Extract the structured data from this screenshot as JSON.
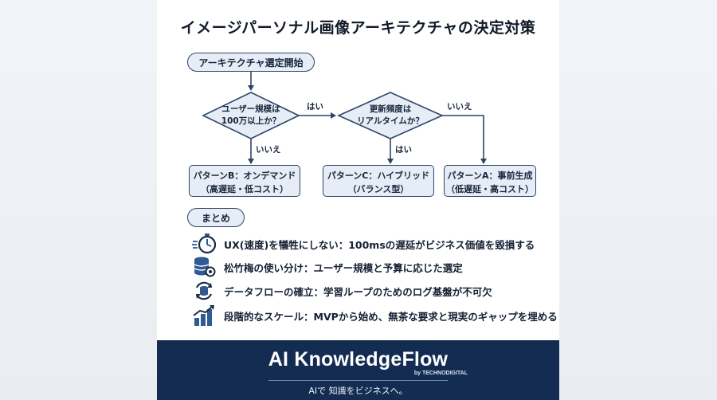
{
  "title": "イメージパーソナル画像アーキテクチャの決定対策",
  "flow": {
    "start": "アーキテクチャ選定開始",
    "decision1": [
      "ユーザー規模は",
      "100万以上か？"
    ],
    "decision2": [
      "更新頻度は",
      "リアルタイムか？"
    ],
    "label_d1_yes": "はい",
    "label_d1_no": "いいえ",
    "label_d2_yes": "はい",
    "label_d2_no": "いいえ",
    "patternB": [
      "パターンB：オンデマンド",
      "（高遅延・低コスト）"
    ],
    "patternC": [
      "パターンC：ハイブリッド",
      "（バランス型）"
    ],
    "patternA": [
      "パターンA：事前生成",
      "（低遅延・高コスト）"
    ]
  },
  "summary": {
    "heading": "まとめ",
    "items": [
      {
        "icon": "stopwatch-icon",
        "text": "UX(速度)を犠牲にしない：100msの遅延がビジネス価値を毀損する"
      },
      {
        "icon": "database-gear-icon",
        "text": "松竹梅の使い分け：ユーザー規模と予算に応じた選定"
      },
      {
        "icon": "data-cycle-icon",
        "text": "データフローの確立：学習ループのためのログ基盤が不可欠"
      },
      {
        "icon": "growth-chart-icon",
        "text": "段階的なスケール：MVPから始め、無茶な要求と現実のギャップを埋める"
      }
    ]
  },
  "footer": {
    "brand": "AI KnowledgeFlow",
    "by": "by TECHNODIGITAL",
    "tagline": "AIで 知識をビジネスへ。"
  },
  "colors": {
    "navy": "#142c52",
    "box_fill": "#e6edf6",
    "stroke": "#2d4568",
    "icon_blue": "#2f5a94"
  }
}
